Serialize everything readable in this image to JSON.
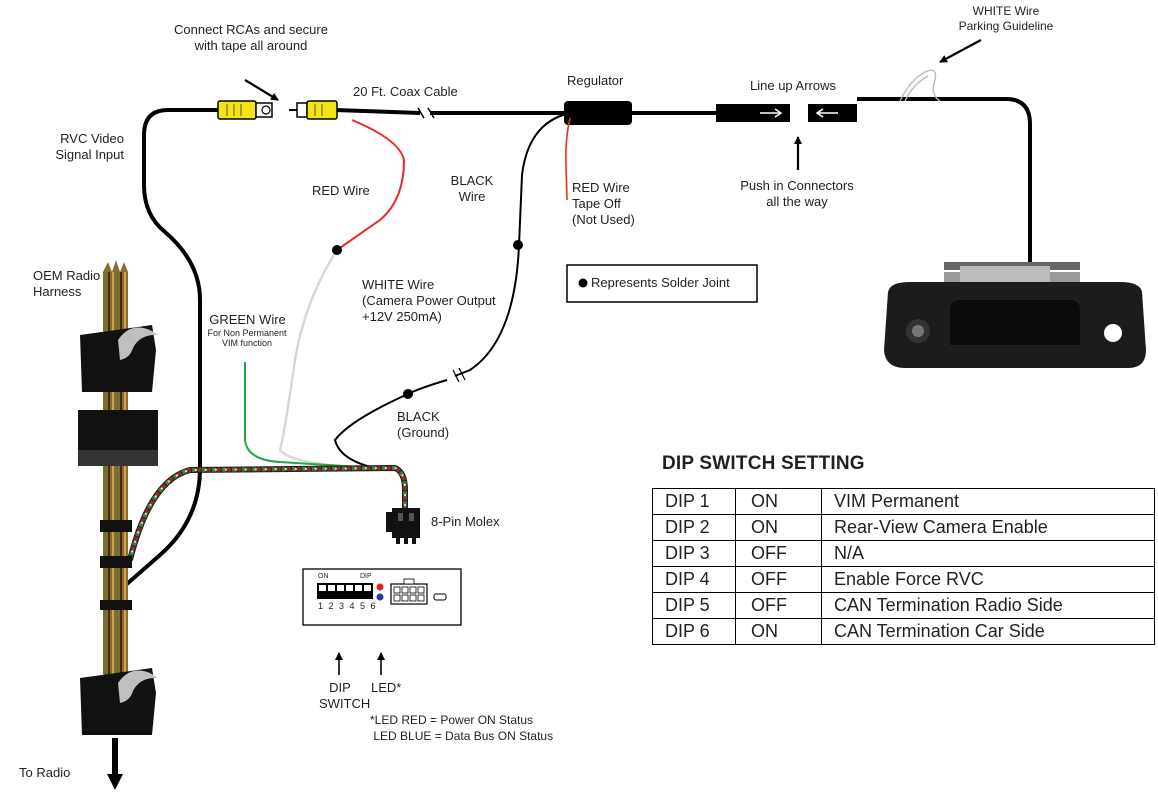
{
  "labels": {
    "connect_rcas": "Connect RCAs and secure\nwith tape all around",
    "coax_cable": "20 Ft. Coax Cable",
    "regulator": "Regulator",
    "line_up_arrows": "Line up Arrows",
    "white_wire_parking": "WHITE Wire\nParking Guideline",
    "rvc_video_input": "RVC Video\nSignal Input",
    "red_wire": "RED Wire",
    "black_wire": "BLACK\nWire",
    "red_wire_tape_off": "RED Wire\nTape Off\n(Not Used)",
    "push_in_connectors": "Push in Connectors\nall the way",
    "solder_joint_legend": "Represents Solder Joint",
    "oem_radio_harness": "OEM Radio\nHarness",
    "white_wire_camera": "WHITE Wire\n(Camera Power Output\n+12V 250mA)",
    "green_wire": "GREEN Wire",
    "green_wire_note": "For Non Permanent\nVIM function",
    "black_ground": "BLACK\n(Ground)",
    "molex": "8-Pin Molex",
    "dip_switch": "DIP\nSWITCH",
    "led": "LED*",
    "led_note": "*LED RED = Power ON Status\n LED BLUE = Data Bus ON Status",
    "to_radio": "To Radio",
    "module_on": "ON",
    "module_dip": "DIP",
    "module_numbers": "1 2 3 4 5 6"
  },
  "dip_setting": {
    "title": "DIP SWITCH SETTING",
    "rows": [
      [
        "DIP 1",
        "ON",
        "VIM Permanent"
      ],
      [
        "DIP 2",
        "ON",
        "Rear-View Camera Enable"
      ],
      [
        "DIP 3",
        "OFF",
        "N/A"
      ],
      [
        "DIP 4",
        "OFF",
        "Enable Force RVC"
      ],
      [
        "DIP 5",
        "OFF",
        "CAN Termination Radio Side"
      ],
      [
        "DIP 6",
        "ON",
        "CAN Termination Car Side"
      ]
    ]
  },
  "colors": {
    "wire_black": "#000000",
    "wire_red": "#ee2d24",
    "wire_white": "#d9d9d9",
    "wire_green": "#1fa54a",
    "rca_yellow": "#f4e415",
    "led_red": "#e1251b",
    "led_blue": "#1f3f9b"
  }
}
